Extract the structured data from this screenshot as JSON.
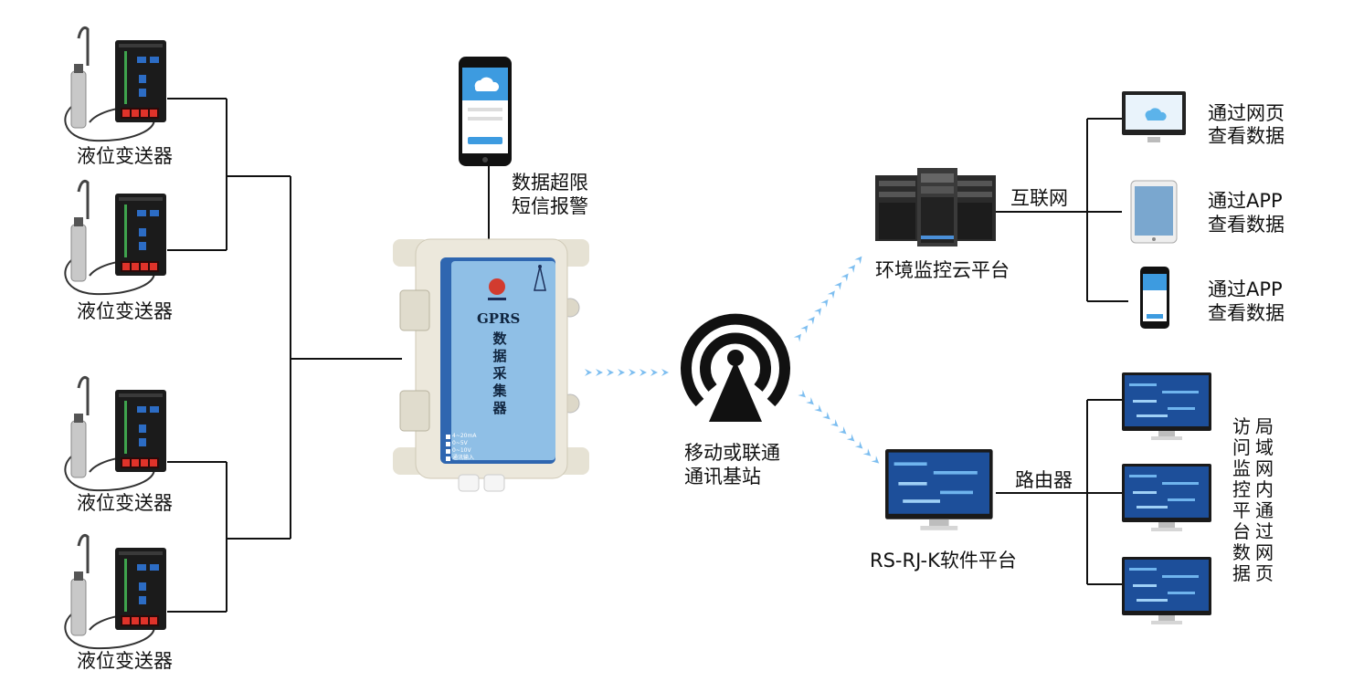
{
  "sensors": {
    "label_1": "液位变送器",
    "label_2": "液位变送器",
    "label_3": "液位变送器",
    "label_4": "液位变送器"
  },
  "sms": {
    "line1": "数据超限",
    "line2": "短信报警"
  },
  "collector": {
    "title": "GPRS",
    "vertical_text": [
      "数",
      "据",
      "采",
      "集",
      "器"
    ],
    "options": [
      "4~20mA",
      "0~5V",
      "0~10V",
      "通讯输入"
    ]
  },
  "tower": {
    "line1": "移动或联通",
    "line2": "通讯基站"
  },
  "cloud": {
    "label": "环境监控云平台",
    "link_label": "互联网"
  },
  "clients": {
    "web_line1": "通过网页",
    "web_line2": "查看数据",
    "app1_line1": "通过APP",
    "app1_line2": "查看数据",
    "app2_line1": "通过APP",
    "app2_line2": "查看数据"
  },
  "software": {
    "label": "RS-RJ-K软件平台",
    "link_label": "路由器"
  },
  "lan": {
    "col1": [
      "访",
      "问",
      "监",
      "控",
      "平",
      "台",
      "数",
      "据"
    ],
    "col2": [
      "局",
      "域",
      "网",
      "内",
      "通",
      "过",
      "网",
      "页"
    ]
  },
  "colors": {
    "line": "#111111",
    "signal": "#7dbef0",
    "collector_panel": "#2f66b0",
    "monitor_screen": "#1d4f9a",
    "device_body": "#ece8dc"
  }
}
